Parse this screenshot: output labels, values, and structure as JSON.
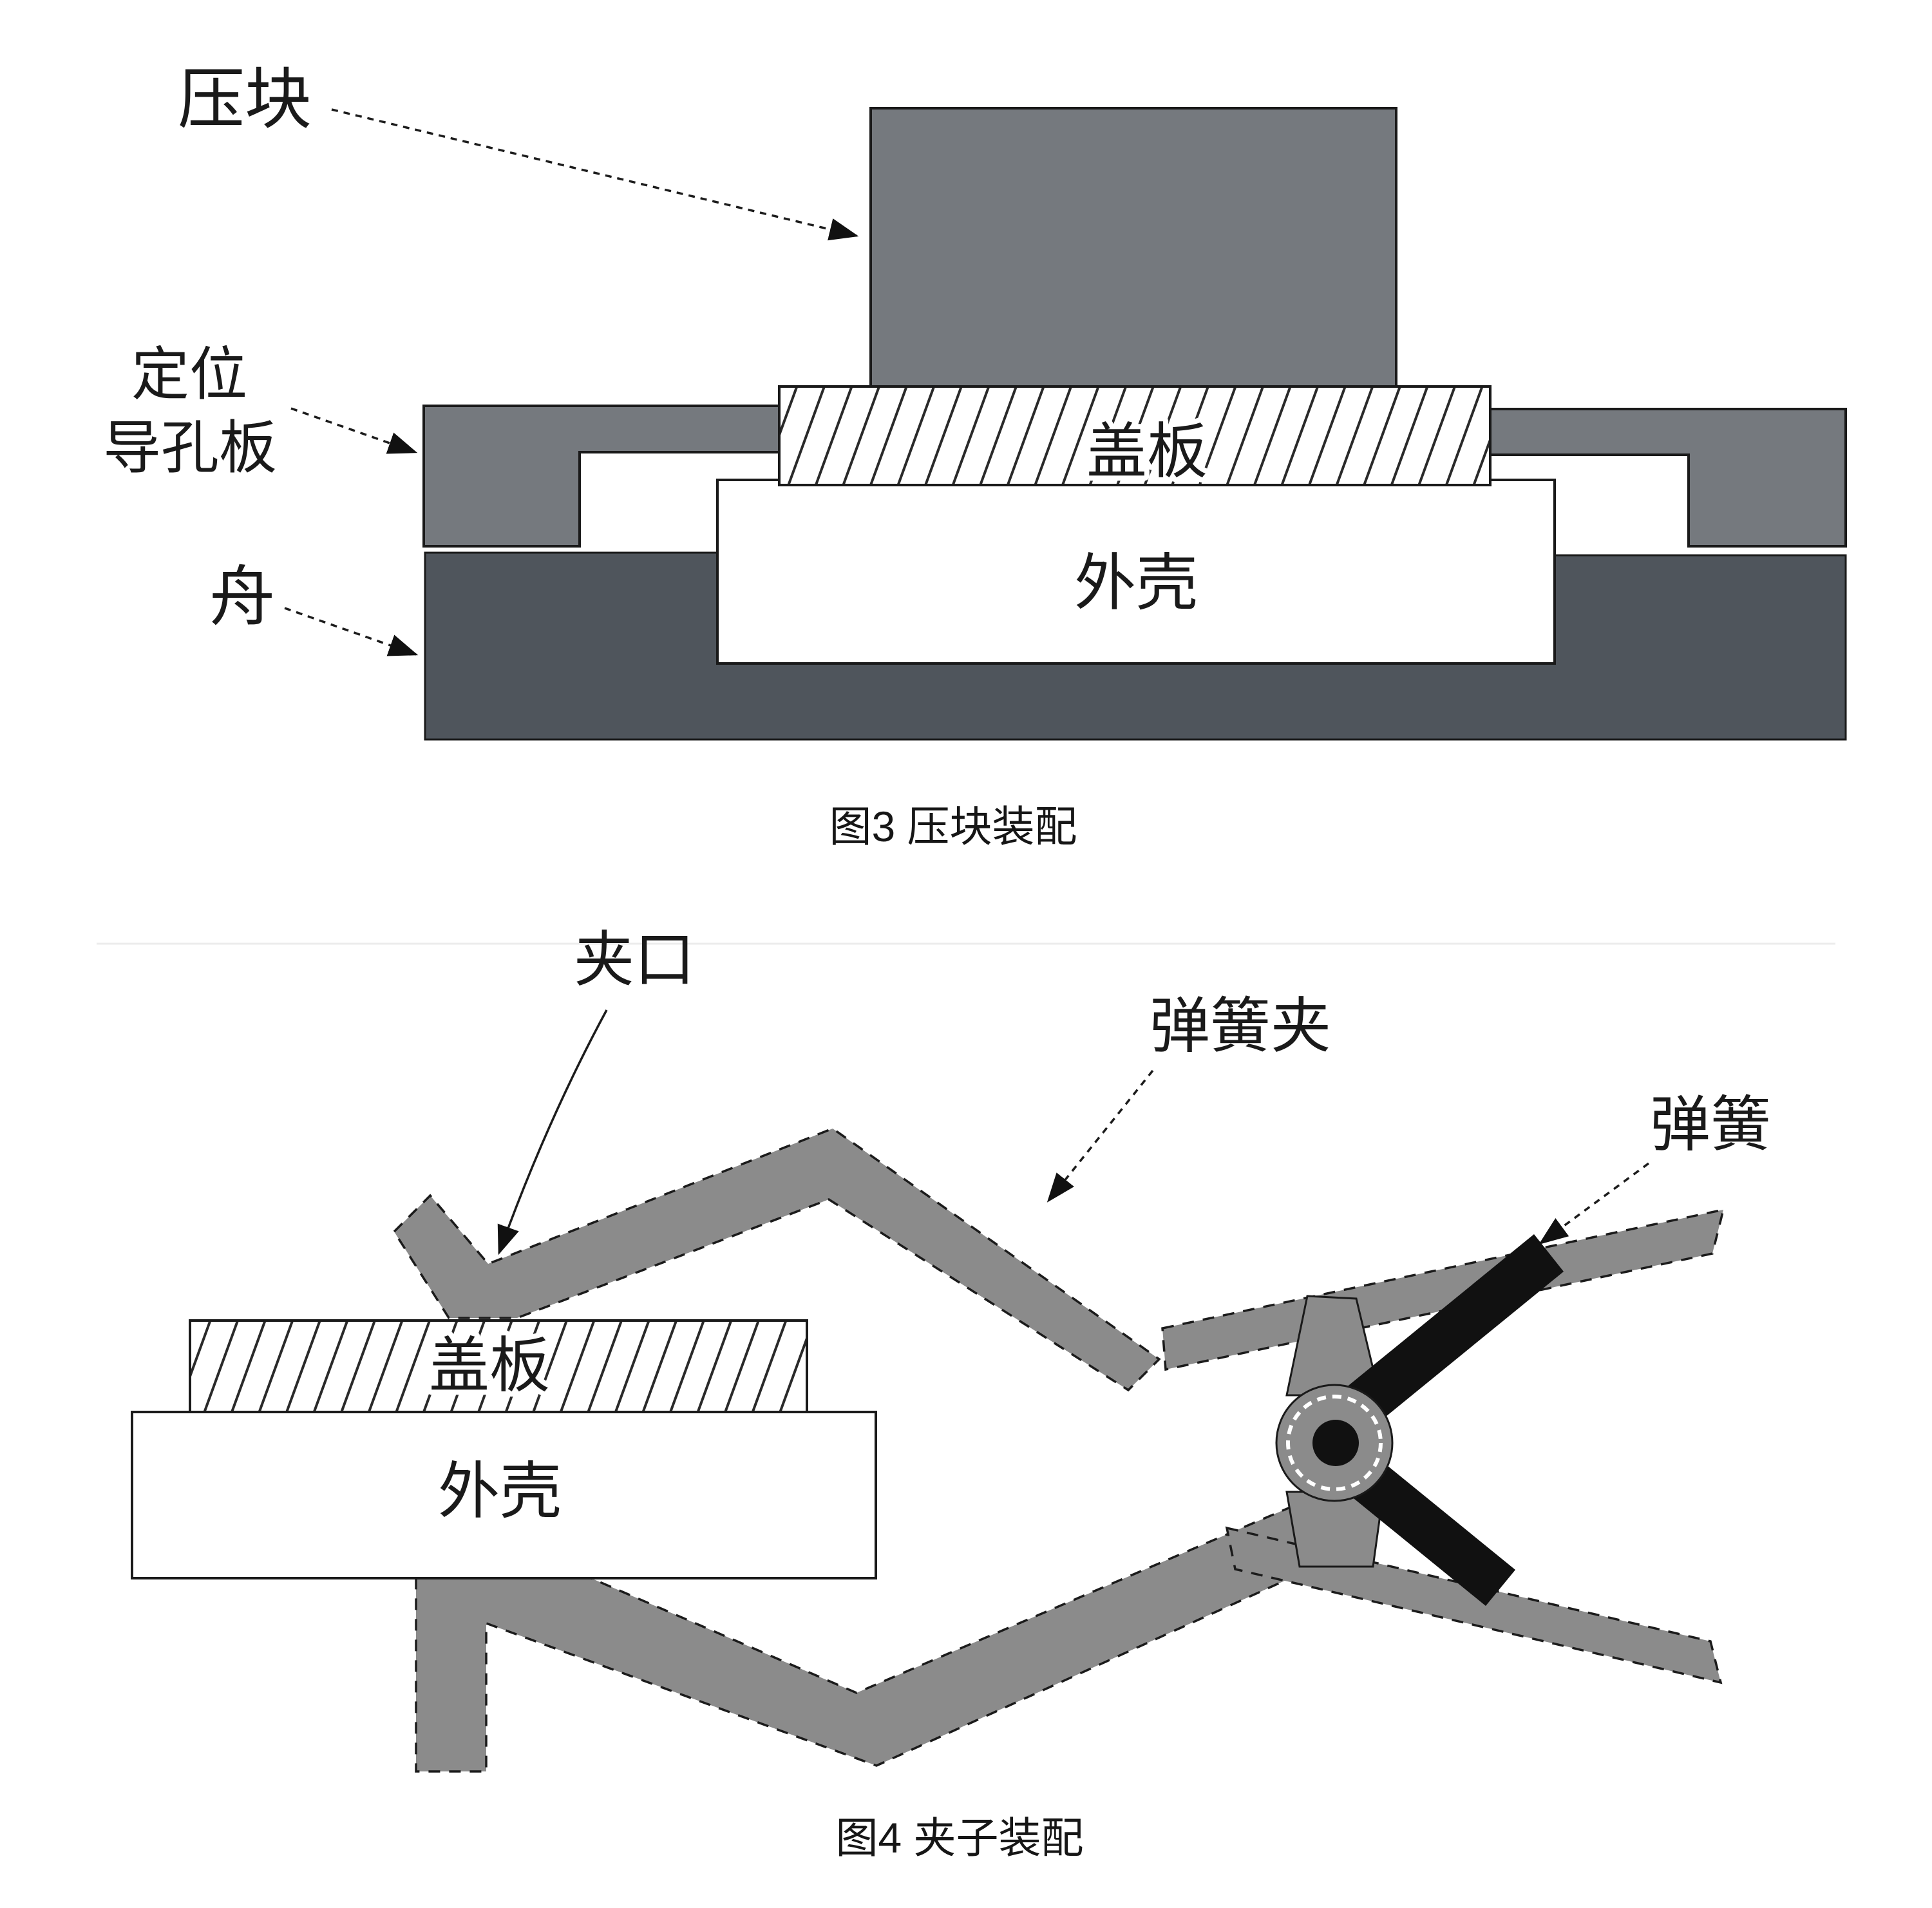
{
  "page": {
    "background": "#ffffff"
  },
  "colors": {
    "block_gray": "#75797e",
    "boat_gray": "#4f555c",
    "clip_gray": "#8b8b8b",
    "spring_black": "#111111",
    "outline": "#1a1a1a",
    "hatch_line": "#2a2a2a",
    "white": "#ffffff"
  },
  "figure3": {
    "caption": "图3  压块装配",
    "labels": {
      "press_block": "压块",
      "positioning_line1": "定位",
      "positioning_line2": "导孔板",
      "boat": "舟",
      "cover_plate": "盖板",
      "shell": "外壳"
    }
  },
  "figure4": {
    "caption": "图4  夹子装配",
    "labels": {
      "clip_jaw": "夹口",
      "spring_clip": "弹簧夹",
      "spring": "弹簧",
      "cover_plate": "盖板",
      "shell": "外壳"
    }
  }
}
